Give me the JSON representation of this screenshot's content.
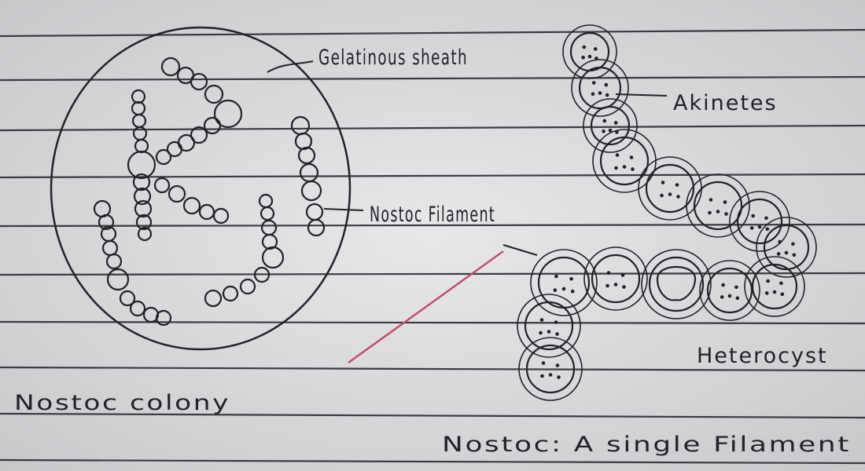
{
  "labels": {
    "gelatinous_sheath": "Gelatinous sheath",
    "akinetes": "Akinetes",
    "nostoc_filament": "Nostoc Filament",
    "heterocyst": "Heterocyst",
    "nostoc_colony": "Nostoc colony",
    "single_filament": "Nostoc: A single Filament"
  },
  "colors": {
    "paper": "#dcdcde",
    "rule_line": "#3a3a44",
    "ink": "#222227",
    "pencil_line": "#c0506a"
  }
}
